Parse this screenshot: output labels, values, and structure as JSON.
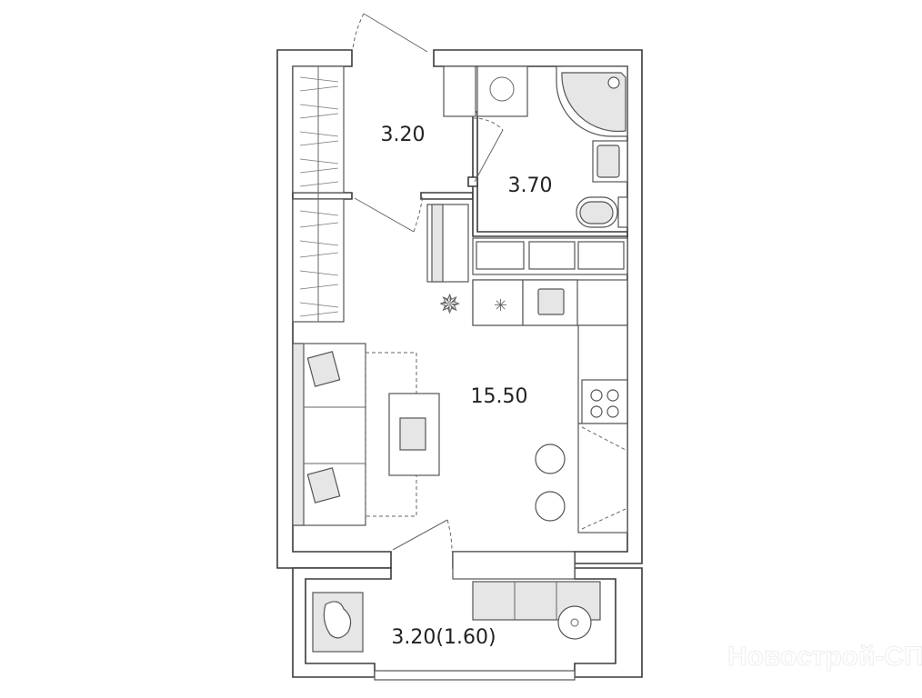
{
  "plan": {
    "rooms": [
      {
        "name": "hallway",
        "area": "3.20"
      },
      {
        "name": "bathroom",
        "area": "3.70"
      },
      {
        "name": "living-room",
        "area": "15.50"
      },
      {
        "name": "balcony",
        "area": "3.20(1.60)"
      }
    ],
    "watermark": "Новострой-СПб"
  },
  "colors": {
    "wall_stroke": "#3a3a3a",
    "furniture_fill": "#e6e6e6"
  }
}
